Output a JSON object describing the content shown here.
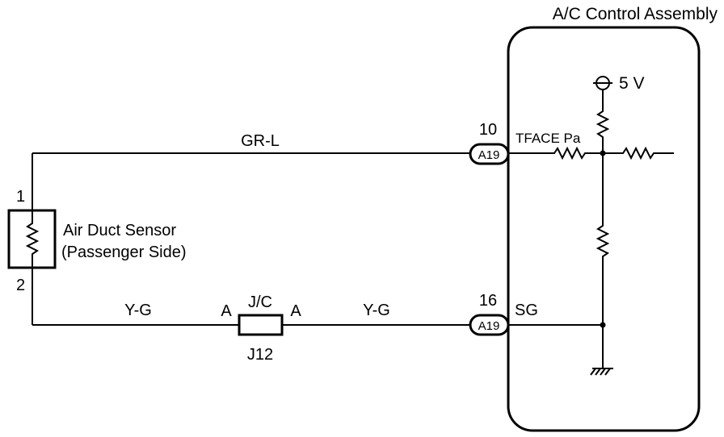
{
  "assembly": {
    "title": "A/C Control Assembly"
  },
  "sensor": {
    "name_line1": "Air Duct Sensor",
    "name_line2": "(Passenger Side)",
    "pin_top": "1",
    "pin_bottom": "2"
  },
  "wires": {
    "top_color": "GR-L",
    "bottom_left_color": "Y-G",
    "bottom_right_color": "Y-G"
  },
  "junction": {
    "label": "J/C",
    "id": "J12",
    "left_pin": "A",
    "right_pin": "A"
  },
  "connectors": {
    "top": {
      "pin": "10",
      "code": "A19",
      "signal": "TFACE Pa"
    },
    "bottom": {
      "pin": "16",
      "code": "A19",
      "signal": "SG"
    }
  },
  "supply": {
    "voltage": "5 V"
  }
}
